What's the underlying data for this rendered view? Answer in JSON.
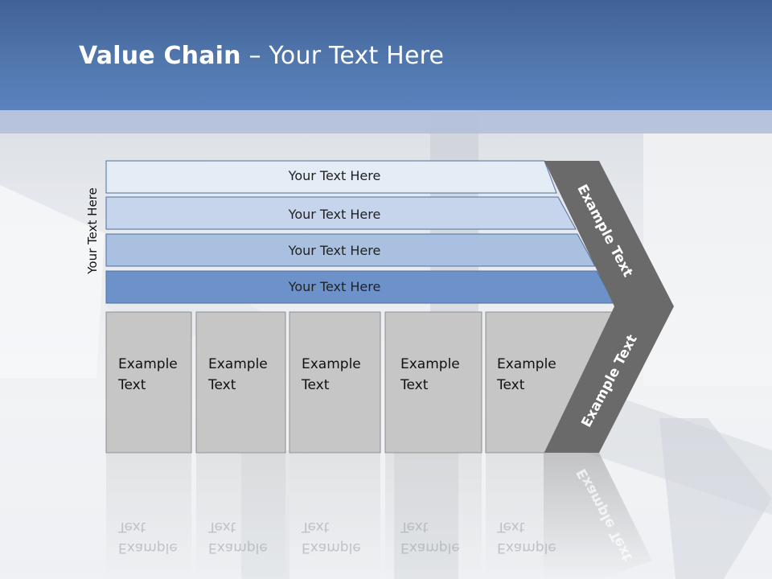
{
  "slide": {
    "title_bold": "Value Chain",
    "title_rest": " – Your Text Here",
    "side_label": "Your Text Here"
  },
  "bars": [
    {
      "label": "Your Text Here",
      "color": "#e4ecf6"
    },
    {
      "label": "Your Text Here",
      "color": "#c6d5ec"
    },
    {
      "label": "Your Text Here",
      "color": "#a9c0e1"
    },
    {
      "label": "Your Text Here",
      "color": "#6d92c9"
    }
  ],
  "columns": [
    {
      "line1": "Example",
      "line2": "Text"
    },
    {
      "line1": "Example",
      "line2": "Text"
    },
    {
      "line1": "Example",
      "line2": "Text"
    },
    {
      "line1": "Example",
      "line2": "Text"
    },
    {
      "line1": "Example",
      "line2": "Text"
    }
  ],
  "chevron": {
    "upper_label": "Example Text",
    "lower_label": "Example Text",
    "color": "#6a6a6a"
  },
  "colors": {
    "header": "#5177ad",
    "column_fill": "#c6c6c6",
    "column_border": "#8f8f8f"
  }
}
